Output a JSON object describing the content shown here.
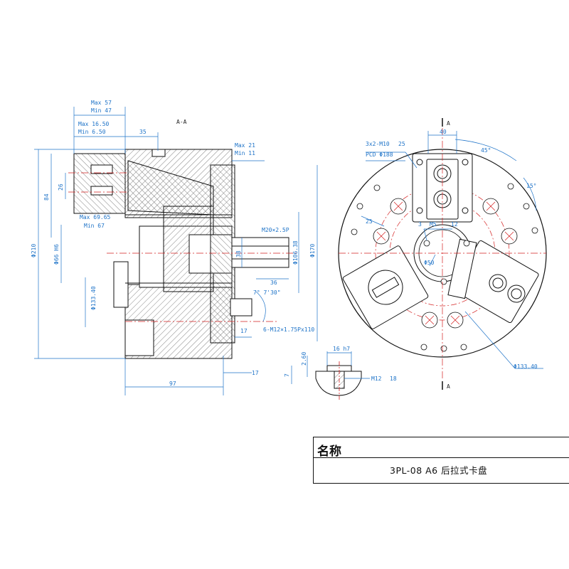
{
  "section_label": "A-A",
  "section_marks": [
    "A",
    "A"
  ],
  "dims_side": {
    "max57": "Max 57",
    "min47": "Min 47",
    "max1650": "Max 16.50",
    "min650": "Min 6.50",
    "d35": "35",
    "max21": "Max 21",
    "min11": "Min 11",
    "d84": "84",
    "d26": "26",
    "max6965": "Max 69.65",
    "min67": "Min 67",
    "d210": "Φ210",
    "d66": "Φ66 H6",
    "m20": "M20×2.5P",
    "d38": "38",
    "d10638": "Φ106.38",
    "d170": "Φ170",
    "d36": "36",
    "angle": "7° 7'30\"",
    "d13340": "Φ133.40",
    "d17a": "17",
    "m12": "6-M12×1.75Px110",
    "d17b": "17",
    "d97": "97"
  },
  "dims_front": {
    "d40": "40",
    "a45": "45°",
    "m10": "3x2-M10",
    "m10depth": "25",
    "pcd": "PCD Φ188",
    "a15": "15°",
    "d25": "25",
    "d3": "3",
    "m5": "M5",
    "m5depth": "12",
    "d50": "Φ50",
    "d13340": "Φ133.40"
  },
  "dims_detail": {
    "h7": "16 h7",
    "d260": "2.60",
    "d7": "7",
    "m12": "M12",
    "m12depth": "18"
  },
  "title_block": {
    "heading": "名称",
    "part_name": "3PL-08 A6 后拉式卡盘"
  },
  "colors": {
    "line": "#111111",
    "dimension": "#1e73c8",
    "centerline": "#d42020",
    "hatch": "#555555"
  }
}
